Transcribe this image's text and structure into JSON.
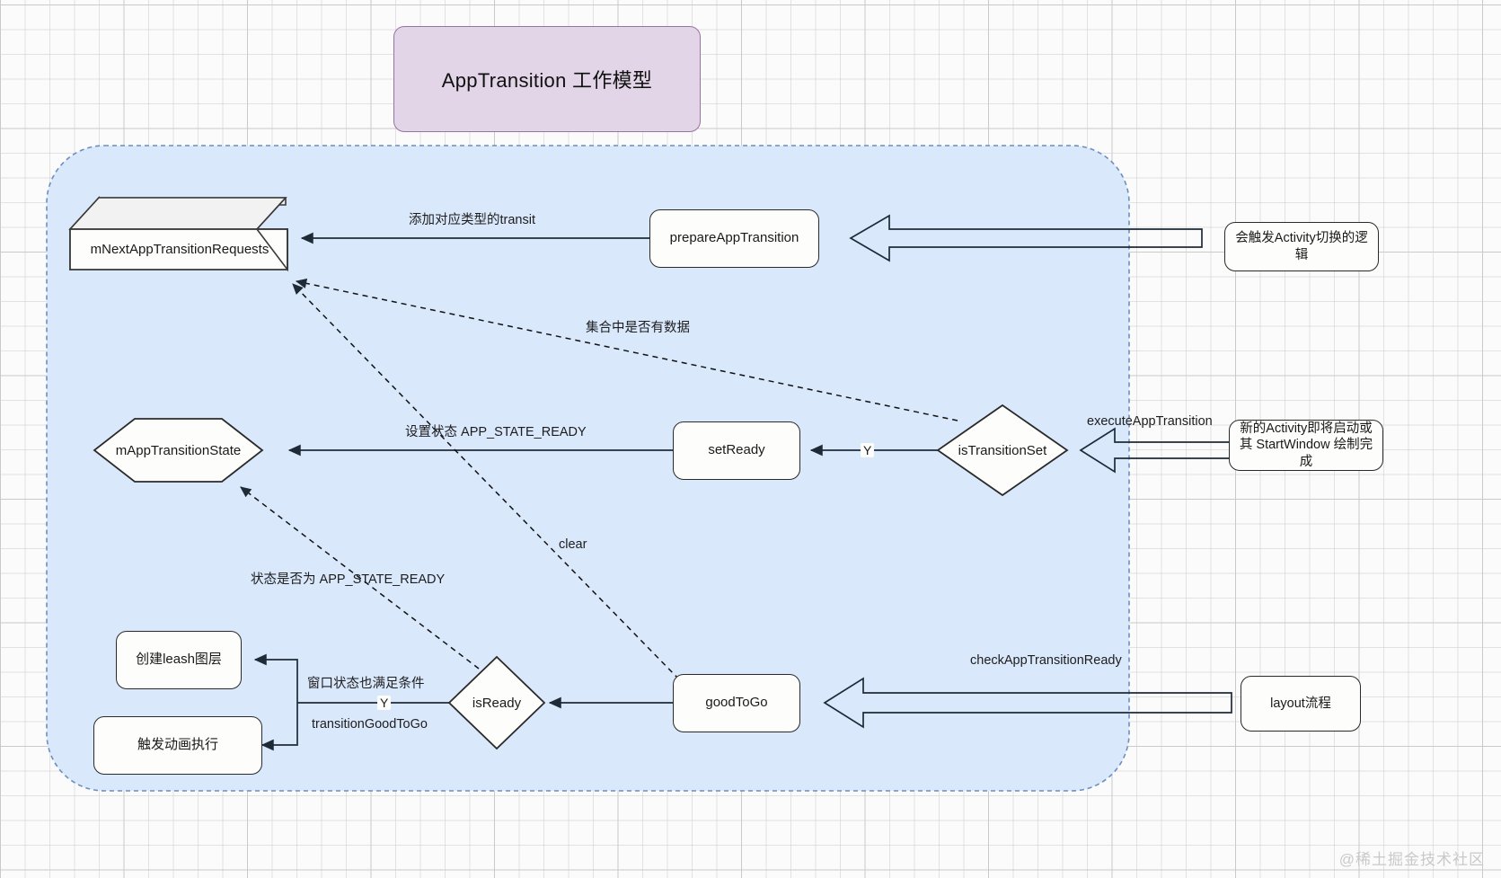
{
  "canvas": {
    "title": "AppTransition 工作模型",
    "watermark": "@稀土掘金技术社区",
    "container_fill": "#dae8fc",
    "container_stroke": "#6c8ebf",
    "title_fill": "#e1d5e7",
    "title_stroke": "#9673a6",
    "node_fill": "#fdfdfb",
    "node_stroke": "#2a2a2a"
  },
  "nodes": {
    "next_requests": "mNextAppTransitionRequests",
    "prepare": "prepareAppTransition",
    "state": "mAppTransitionState",
    "set_ready": "setReady",
    "is_transition_set": "isTransitionSet",
    "good_to_go": "goodToGo",
    "is_ready": "isReady",
    "create_leash": "创建leash图层",
    "run_anim": "触发动画执行",
    "trigger_activity": "会触发Activity切换的逻辑",
    "new_activity": "新的Activity即将启动或其 StartWindow 绘制完成",
    "layout_flow": "layout流程"
  },
  "edge_labels": {
    "add_transit": "添加对应类型的transit",
    "has_data": "集合中是否有数据",
    "set_state_ready": "设置状态 APP_STATE_READY",
    "clear": "clear",
    "state_is_ready": "状态是否为 APP_STATE_READY",
    "window_cond": "窗口状态也满足条件",
    "transition_good_to_go": "transitionGoodToGo",
    "execute_app_transition": "executeAppTransition",
    "check_app_transition_ready": "checkAppTransitionReady",
    "yes_mid": "Y",
    "yes_bottom": "Y"
  }
}
